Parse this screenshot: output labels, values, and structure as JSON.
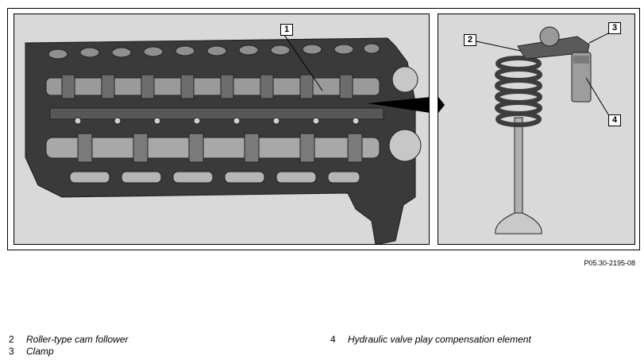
{
  "figure": {
    "reference": "P05.30-2195-08",
    "callouts": [
      "1",
      "2",
      "3",
      "4"
    ]
  },
  "legend": [
    {
      "number": "2",
      "text": "Roller-type cam follower"
    },
    {
      "number": "3",
      "text": "Clamp"
    },
    {
      "number": "4",
      "text": "Hydraulic valve play compensation element"
    }
  ]
}
